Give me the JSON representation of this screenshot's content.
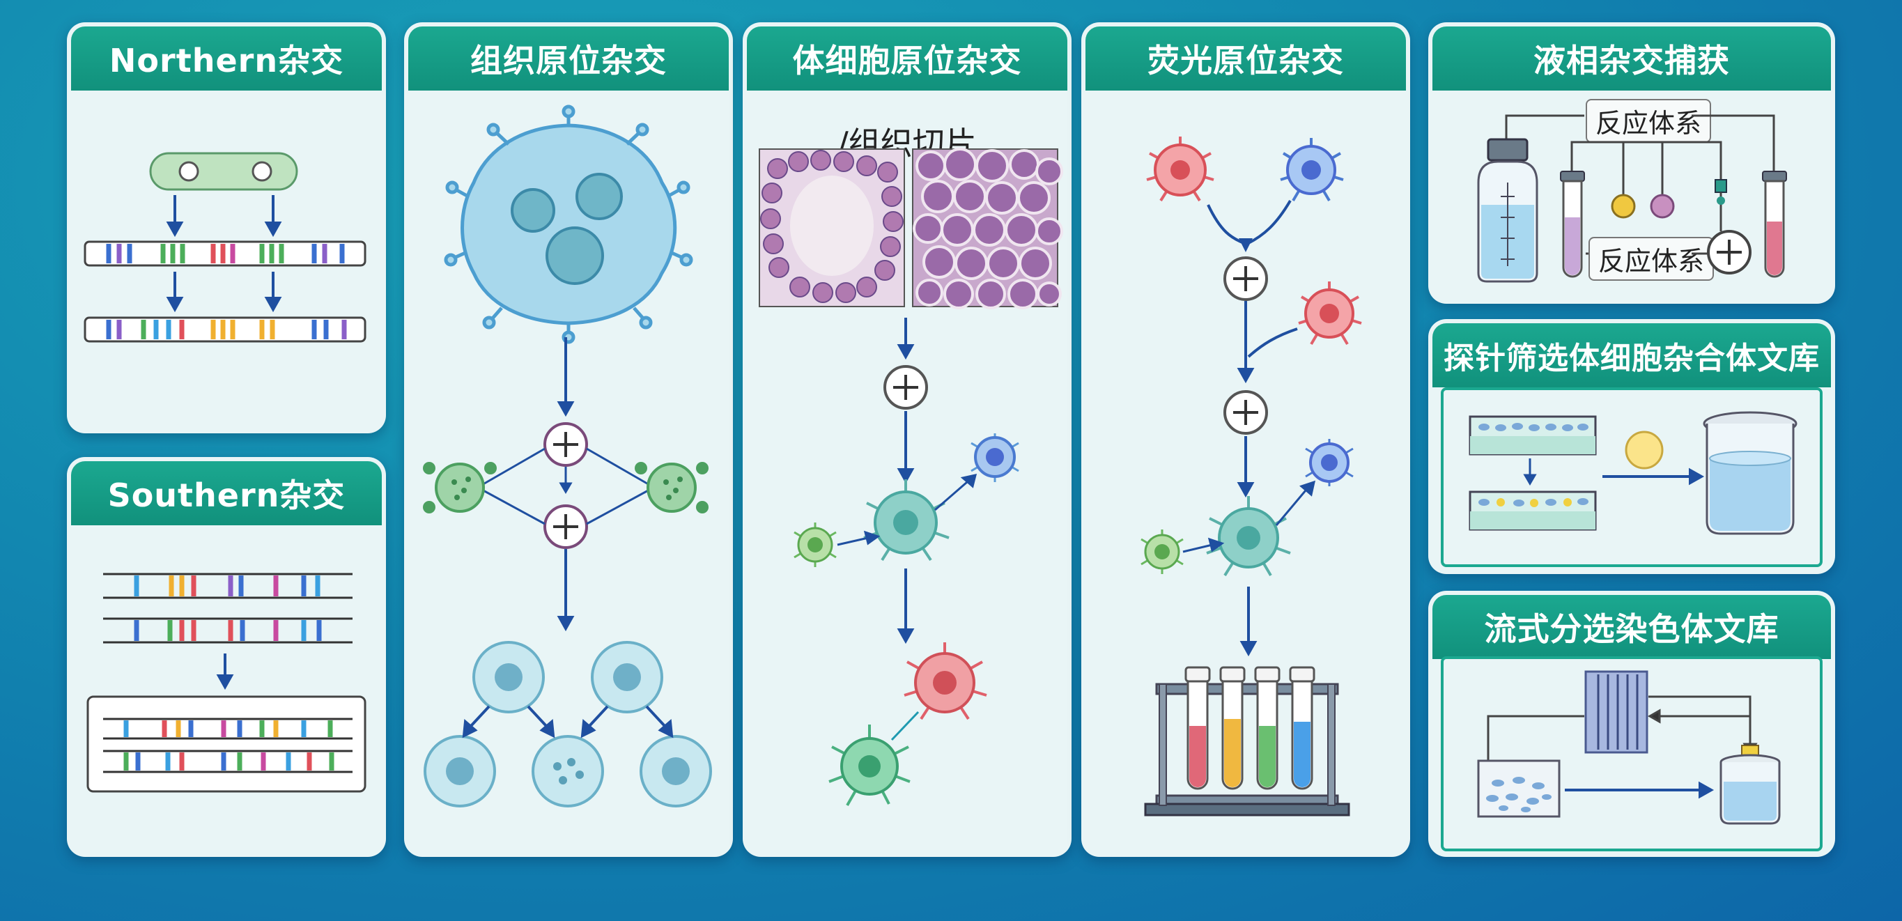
{
  "panels": {
    "northern": {
      "title": "Northern杂交"
    },
    "southern": {
      "title": "Southern杂交"
    },
    "tissue": {
      "title": "组织原位杂交"
    },
    "somatic": {
      "title": "体细胞原位杂交",
      "subtitle": "/组织切片"
    },
    "fluor": {
      "title": "荧光原位杂交"
    },
    "liquid": {
      "title": "液相杂交捕获",
      "label_top": "反应体系",
      "label_mid": "反应体系"
    },
    "probe": {
      "title": "探针筛选体细胞杂合体文库"
    },
    "flow": {
      "title": "流式分选染色体文库"
    }
  },
  "colors": {
    "header": "#11917c",
    "panel_bg": "#e9f5f6",
    "arrow": "#1f4fa0",
    "cell_blue": "#6fb6dc",
    "cell_red": "#e8747a",
    "cell_green": "#6cc08a",
    "cell_teal": "#63c0b8"
  },
  "icons": [
    "plus-circle-icon",
    "arrow-down-icon",
    "cell-icon",
    "test-tube-icon",
    "beaker-icon",
    "dna-strip-icon"
  ]
}
